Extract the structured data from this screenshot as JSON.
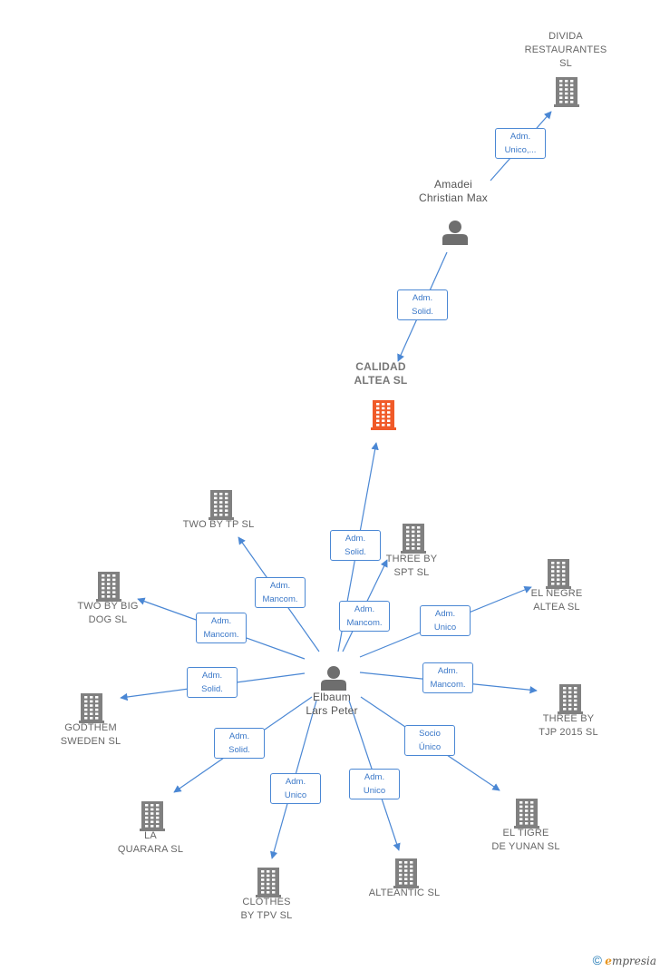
{
  "colors": {
    "edge": "#4a87d4",
    "building": "#808080",
    "main_building": "#f05a28",
    "person": "#6e6e6e"
  },
  "nodes": [
    {
      "id": "divida",
      "type": "company",
      "label": "DIVIDA\nRESTAURANTES\nSL"
    },
    {
      "id": "amadei",
      "type": "person",
      "label": "Amadei\nChristian Max"
    },
    {
      "id": "calidad",
      "type": "main",
      "label": "CALIDAD\nALTEA  SL"
    },
    {
      "id": "elbaum",
      "type": "person",
      "label": "Elbaum\nLars Peter"
    },
    {
      "id": "twobytp",
      "type": "company",
      "label": "TWO BY TP SL"
    },
    {
      "id": "threebyspt",
      "type": "company",
      "label": "THREE BY\nSPT SL"
    },
    {
      "id": "twobybigdog",
      "type": "company",
      "label": "TWO BY BIG\nDOG SL"
    },
    {
      "id": "elnegre",
      "type": "company",
      "label": "EL NEGRE\nALTEA  SL"
    },
    {
      "id": "godthem",
      "type": "company",
      "label": "GODTHEM\nSWEDEN SL"
    },
    {
      "id": "threebytjp",
      "type": "company",
      "label": "THREE BY\nTJP 2015  SL"
    },
    {
      "id": "laquarara",
      "type": "company",
      "label": "LA\nQUARARA  SL"
    },
    {
      "id": "eltigre",
      "type": "company",
      "label": "EL TIGRE\nDE YUNAN  SL"
    },
    {
      "id": "clothes",
      "type": "company",
      "label": "CLOTHES\nBY TPV  SL"
    },
    {
      "id": "alteantic",
      "type": "company",
      "label": "ALTEANTIC  SL"
    }
  ],
  "edges": [
    {
      "from": "amadei",
      "to": "divida",
      "label": "Adm.\nUnico,..."
    },
    {
      "from": "amadei",
      "to": "calidad",
      "label": "Adm.\nSolid."
    },
    {
      "from": "elbaum",
      "to": "calidad",
      "label": "Adm.\nSolid."
    },
    {
      "from": "elbaum",
      "to": "twobytp",
      "label": "Adm.\nMancom."
    },
    {
      "from": "elbaum",
      "to": "threebyspt",
      "label": "Adm.\nMancom."
    },
    {
      "from": "elbaum",
      "to": "twobybigdog",
      "label": "Adm.\nMancom."
    },
    {
      "from": "elbaum",
      "to": "elnegre",
      "label": "Adm.\nUnico"
    },
    {
      "from": "elbaum",
      "to": "godthem",
      "label": "Adm.\nSolid."
    },
    {
      "from": "elbaum",
      "to": "threebytjp",
      "label": "Adm.\nMancom."
    },
    {
      "from": "elbaum",
      "to": "laquarara",
      "label": "Adm.\nSolid."
    },
    {
      "from": "elbaum",
      "to": "eltigre",
      "label": "Socio\nÚnico"
    },
    {
      "from": "elbaum",
      "to": "clothes",
      "label": "Adm.\nUnico"
    },
    {
      "from": "elbaum",
      "to": "alteantic",
      "label": "Adm.\nUnico"
    }
  ],
  "footer": {
    "copyright": "©",
    "brand_initial": "e",
    "brand_rest": "mpresia"
  }
}
